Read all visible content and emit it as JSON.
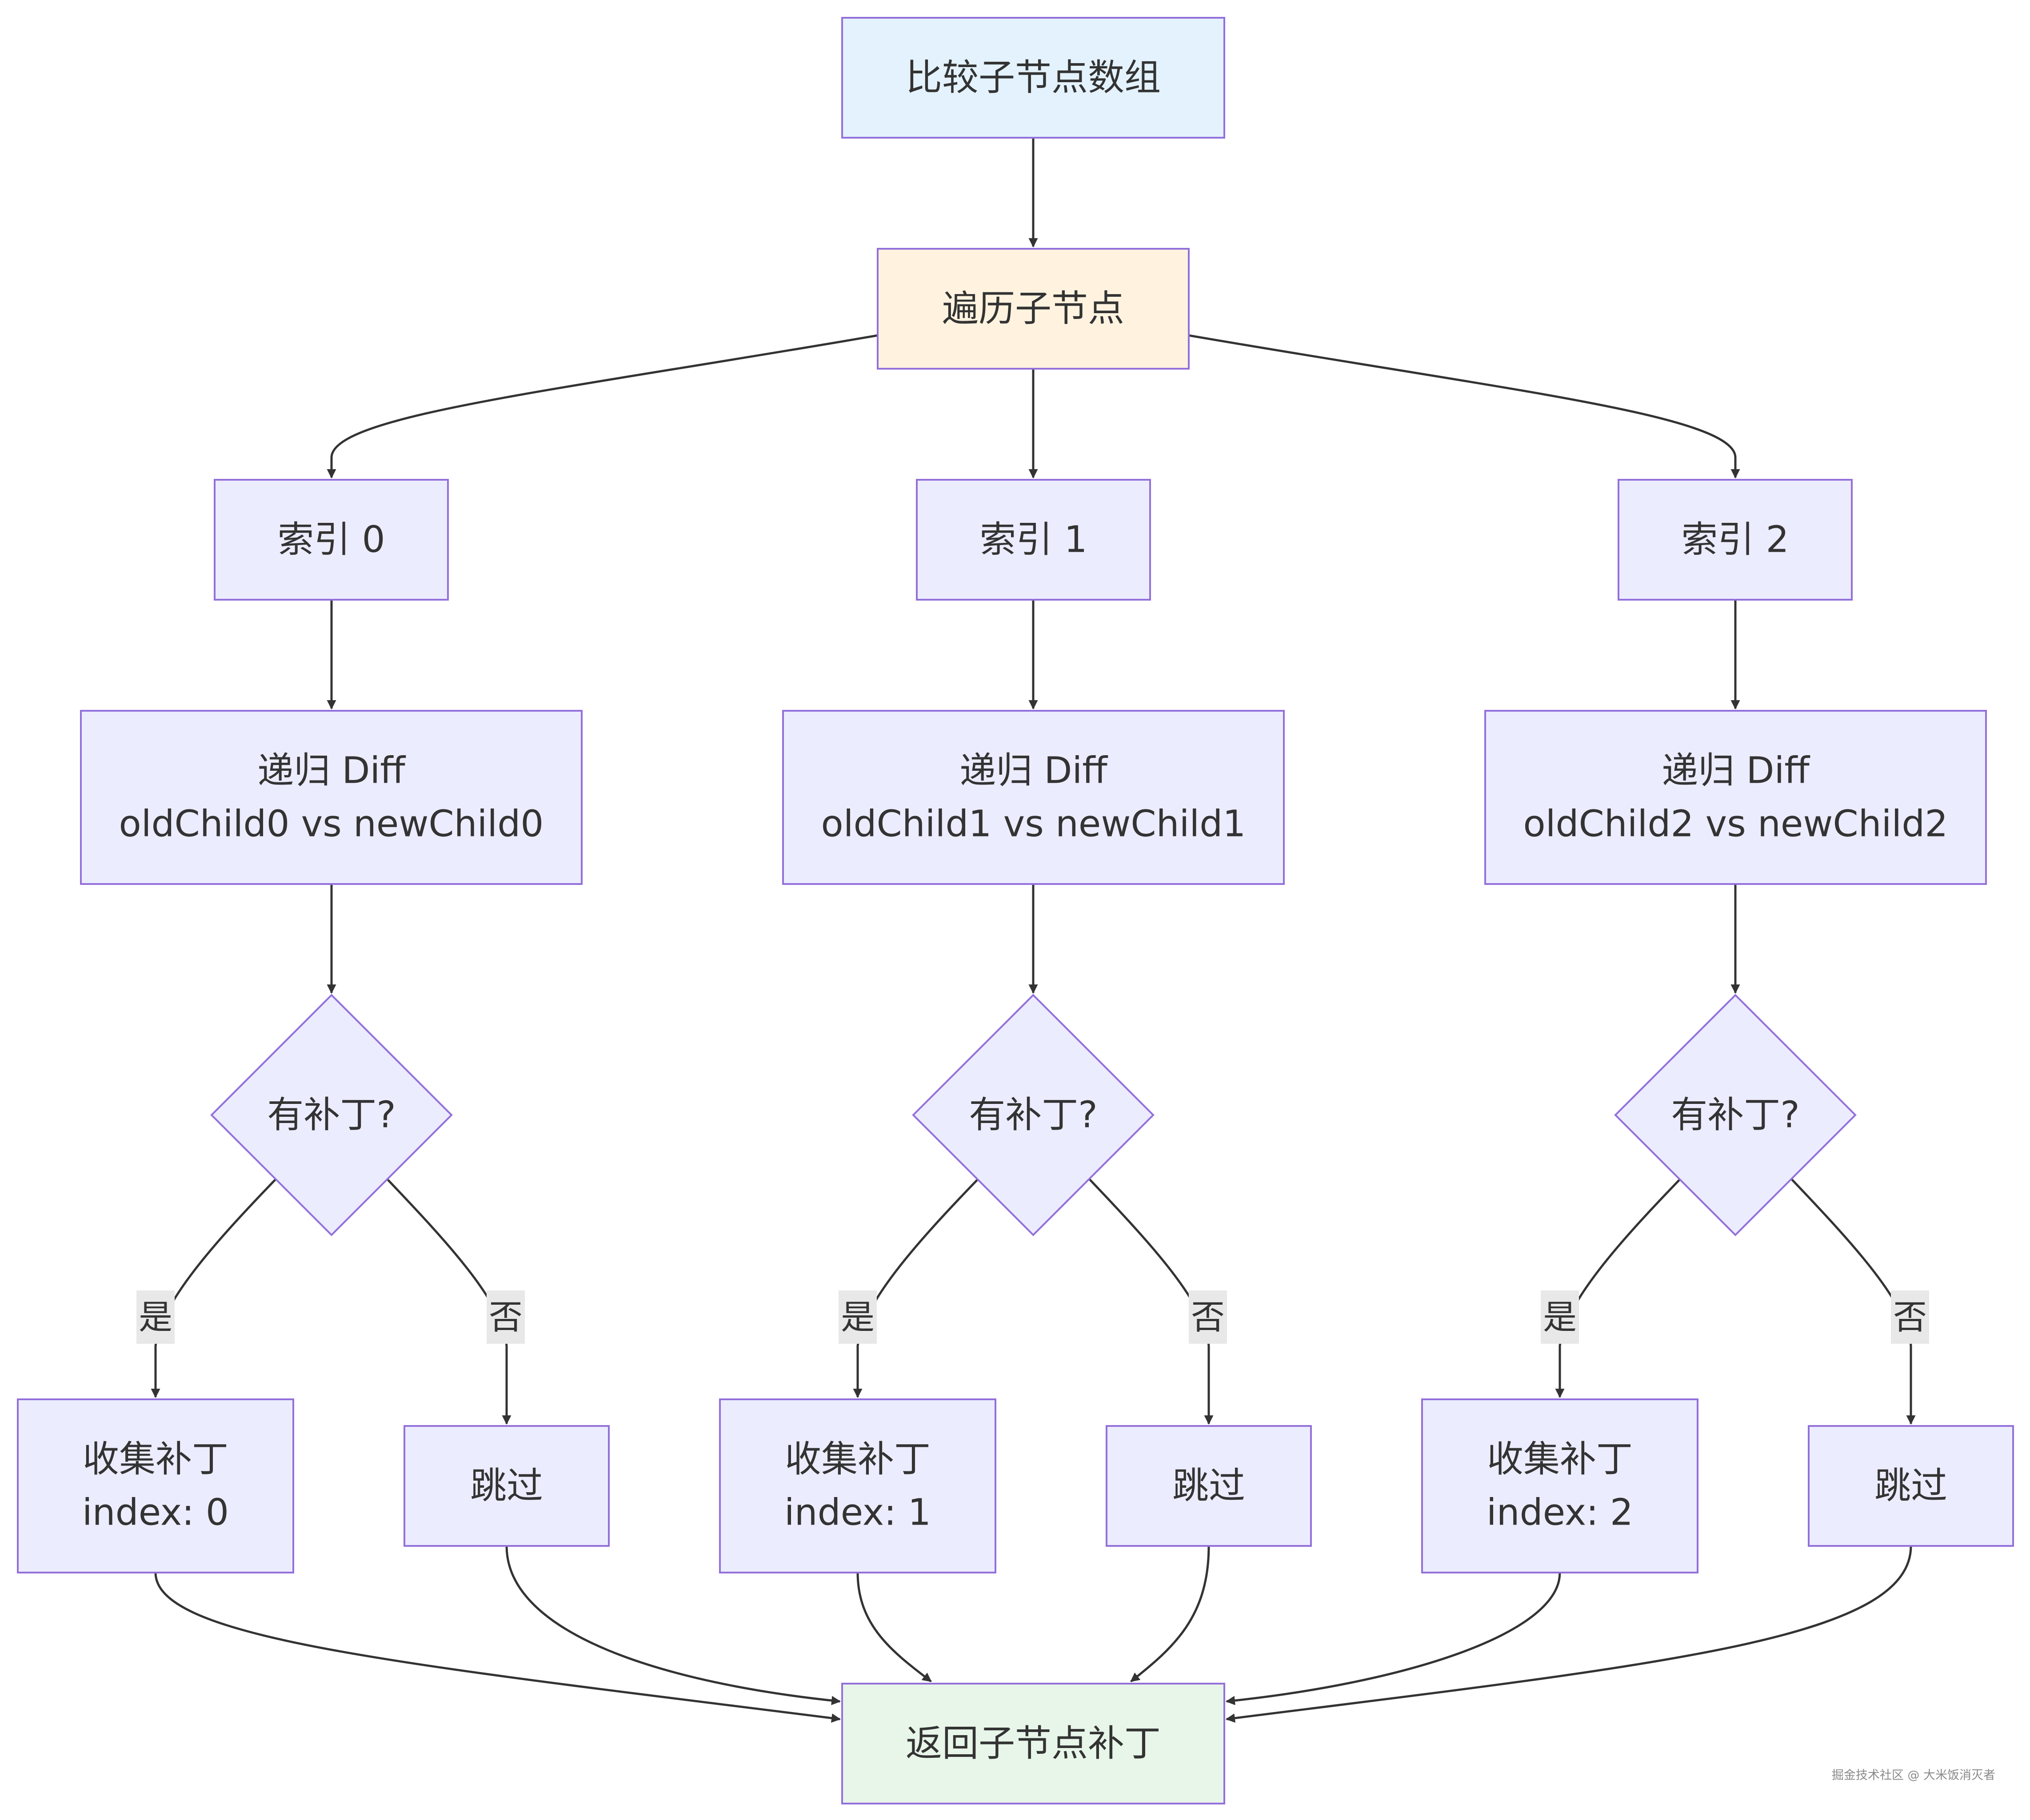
{
  "nodes": {
    "start": {
      "lines": [
        "比较子节点数组"
      ],
      "fill": "#e3f2fd"
    },
    "loop": {
      "lines": [
        "遍历子节点"
      ],
      "fill": "#fff3e0"
    },
    "idx0": {
      "lines": [
        "索引 0"
      ]
    },
    "idx1": {
      "lines": [
        "索引 1"
      ]
    },
    "idx2": {
      "lines": [
        "索引 2"
      ]
    },
    "diff0": {
      "lines": [
        "递归 Diff",
        "oldChild0 vs newChild0"
      ]
    },
    "diff1": {
      "lines": [
        "递归 Diff",
        "oldChild1 vs newChild1"
      ]
    },
    "diff2": {
      "lines": [
        "递归 Diff",
        "oldChild2 vs newChild2"
      ]
    },
    "check0": {
      "lines": [
        "有补丁?"
      ]
    },
    "check1": {
      "lines": [
        "有补丁?"
      ]
    },
    "check2": {
      "lines": [
        "有补丁?"
      ]
    },
    "collect0": {
      "lines": [
        "收集补丁",
        "index: 0"
      ]
    },
    "collect1": {
      "lines": [
        "收集补丁",
        "index: 1"
      ]
    },
    "collect2": {
      "lines": [
        "收集补丁",
        "index: 2"
      ]
    },
    "skip0": {
      "lines": [
        "跳过"
      ]
    },
    "skip1": {
      "lines": [
        "跳过"
      ]
    },
    "skip2": {
      "lines": [
        "跳过"
      ]
    },
    "result": {
      "lines": [
        "返回子节点补丁"
      ],
      "fill": "#e8f5e9"
    }
  },
  "edge_labels": {
    "yes": "是",
    "no": "否"
  },
  "colors": {
    "default_fill": "#ececff",
    "stroke": "#9370db",
    "edge": "#333333",
    "label_bg": "#e8e8e8"
  },
  "watermark": "掘金技术社区 @ 大米饭消灭者"
}
